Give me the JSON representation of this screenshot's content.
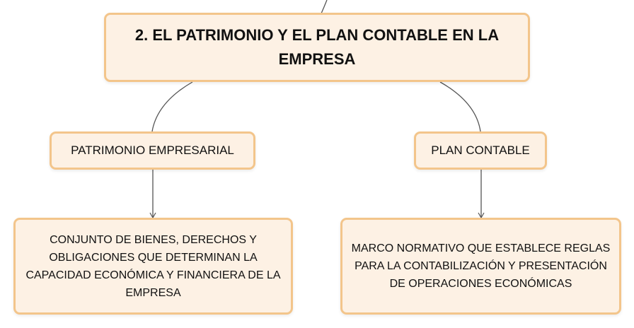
{
  "diagram": {
    "root": {
      "label": "2. EL PATRIMONIO Y EL PLAN CONTABLE EN LA EMPRESA"
    },
    "branches": [
      {
        "label": "PATRIMONIO EMPRESARIAL",
        "child": "CONJUNTO DE BIENES, DERECHOS Y OBLIGACIONES QUE DETERMINAN LA CAPACIDAD ECONÓMICA Y FINANCIERA DE LA EMPRESA"
      },
      {
        "label": "PLAN CONTABLE",
        "child": "MARCO NORMATIVO QUE ESTABLECE REGLAS PARA LA CONTABILIZACIÓN Y PRESENTACIÓN DE OPERACIONES ECONÓMICAS"
      }
    ],
    "colors": {
      "node_fill": "#fdf1e4",
      "node_border": "#f3c58b",
      "connector": "#555555"
    }
  }
}
